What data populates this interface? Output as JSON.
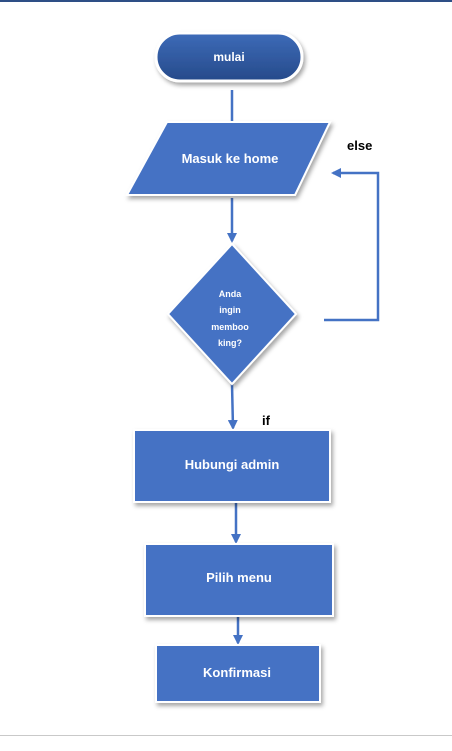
{
  "diagram": {
    "start": {
      "label": "mulai"
    },
    "home": {
      "label": "Masuk ke home"
    },
    "decision": {
      "lines": [
        "Anda",
        "ingin",
        "memboo",
        "king?"
      ]
    },
    "contact": {
      "label": "Hubungi admin"
    },
    "menu": {
      "label": "Pilih menu"
    },
    "confirm": {
      "label": "Konfirmasi"
    },
    "branch_else": "else",
    "branch_if": "if"
  },
  "colors": {
    "shape_fill": "#4472c4",
    "shape_fill_dark": "#2f5597",
    "connector": "#4472c4"
  }
}
